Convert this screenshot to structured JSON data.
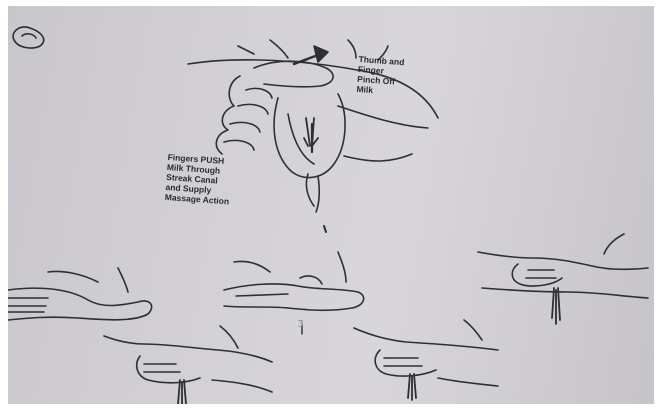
{
  "labels": {
    "thumb_pinch": [
      "Thumb and",
      "Finger",
      "Pinch Off",
      "Milk"
    ],
    "fingers_push": [
      "Fingers PUSH",
      "Milk Through",
      "Streak Canal",
      "and Supply",
      "Massage Action"
    ]
  },
  "figure_number_mark": "3",
  "colors": {
    "paper": "#d3d1d6",
    "ink": "#2a2a2e",
    "frame": "#ffffff"
  }
}
